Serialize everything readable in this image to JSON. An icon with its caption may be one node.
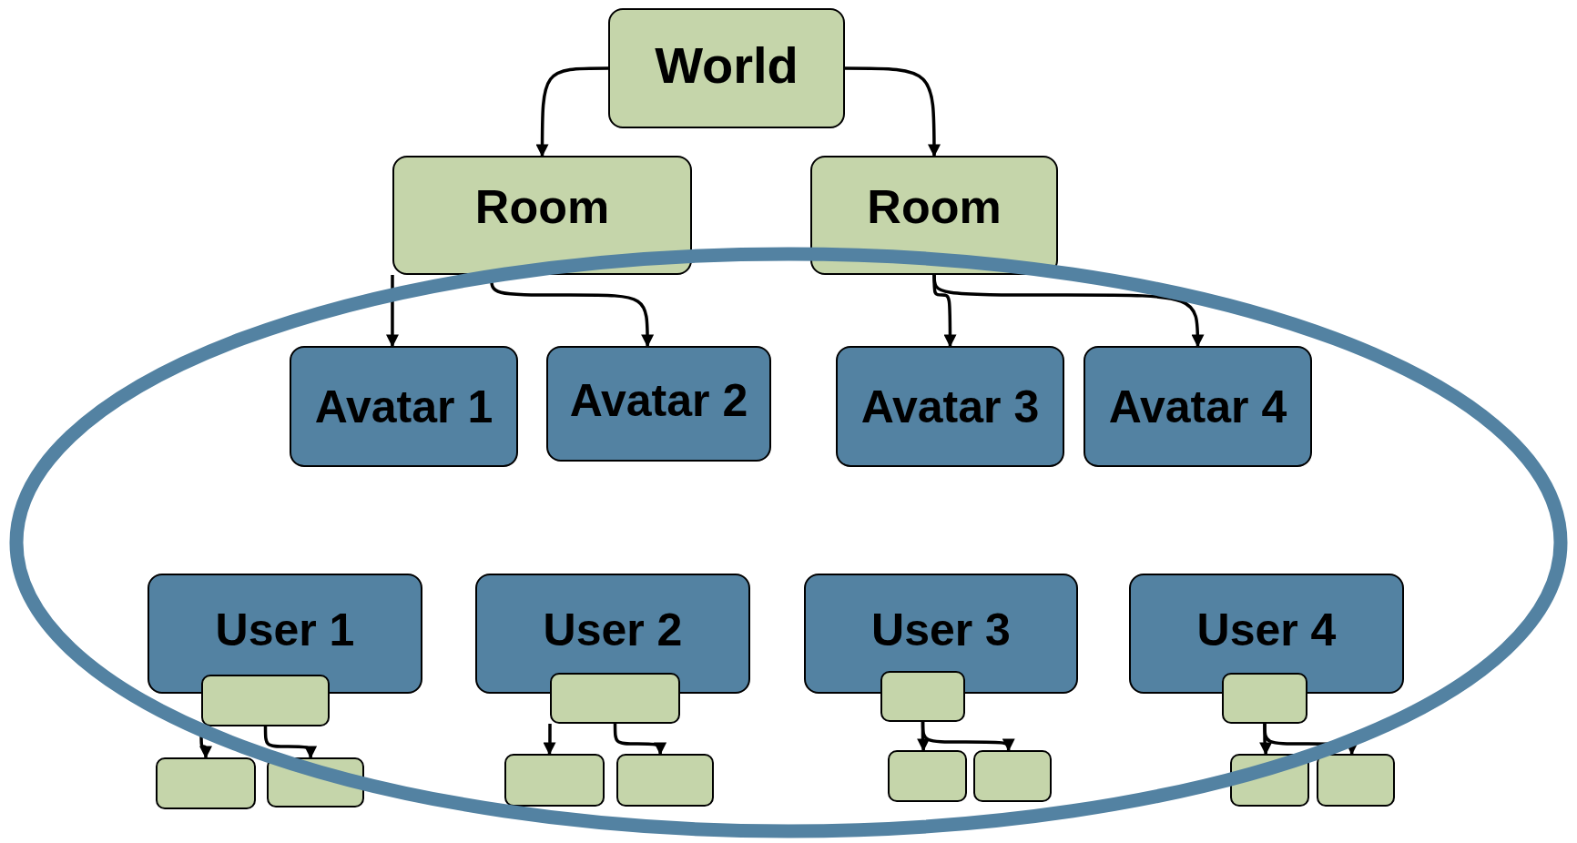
{
  "diagram": {
    "nodes": [
      {
        "text": [
          "World"
        ]
      },
      {
        "text": [
          "Room"
        ]
      },
      {
        "text": [
          "Room"
        ]
      },
      {
        "text": [
          "Avatar 1"
        ]
      },
      {
        "text": [
          "Avatar 2"
        ]
      },
      {
        "text": [
          "Avatar 3"
        ]
      },
      {
        "text": [
          "Avatar 4"
        ]
      },
      {
        "text": [
          "User 1"
        ]
      },
      {
        "text": [
          "User 2"
        ]
      },
      {
        "text": [
          "User 3"
        ]
      },
      {
        "text": [
          "User 4"
        ]
      },
      {
        "text": [],
        "shape": "box"
      },
      {
        "text": [],
        "shape": "box"
      },
      {
        "text": [],
        "shape": "box"
      },
      {
        "text": [],
        "shape": "box"
      },
      {
        "text": [],
        "shape": "box"
      },
      {
        "text": [],
        "shape": "box"
      },
      {
        "text": [],
        "shape": "box"
      },
      {
        "text": [],
        "shape": "box"
      },
      {
        "text": [],
        "shape": "box"
      },
      {
        "text": [],
        "shape": "box"
      },
      {
        "text": [],
        "shape": "box"
      },
      {
        "text": [],
        "shape": "box"
      }
    ],
    "edges": [
      {
        "from": 0,
        "to": 1,
        "arrow": "to"
      },
      {
        "from": 0,
        "to": 2,
        "arrow": "to"
      },
      {
        "from": 1,
        "to": 3,
        "arrow": "to"
      },
      {
        "from": 1,
        "to": 4,
        "arrow": "to"
      },
      {
        "from": 2,
        "to": 5,
        "arrow": "to"
      },
      {
        "from": 2,
        "to": 6,
        "arrow": "to"
      },
      {
        "from": 11,
        "to": 15,
        "arrow": "to"
      },
      {
        "from": 11,
        "to": 16,
        "arrow": "to"
      },
      {
        "from": 12,
        "to": 17,
        "arrow": "to"
      },
      {
        "from": 12,
        "to": 18,
        "arrow": "to"
      },
      {
        "from": 13,
        "to": 19,
        "arrow": "to"
      },
      {
        "from": 13,
        "to": 20,
        "arrow": "to"
      },
      {
        "from": 14,
        "to": 21,
        "arrow": "to"
      },
      {
        "from": 14,
        "to": 22,
        "arrow": "to"
      }
    ]
  }
}
